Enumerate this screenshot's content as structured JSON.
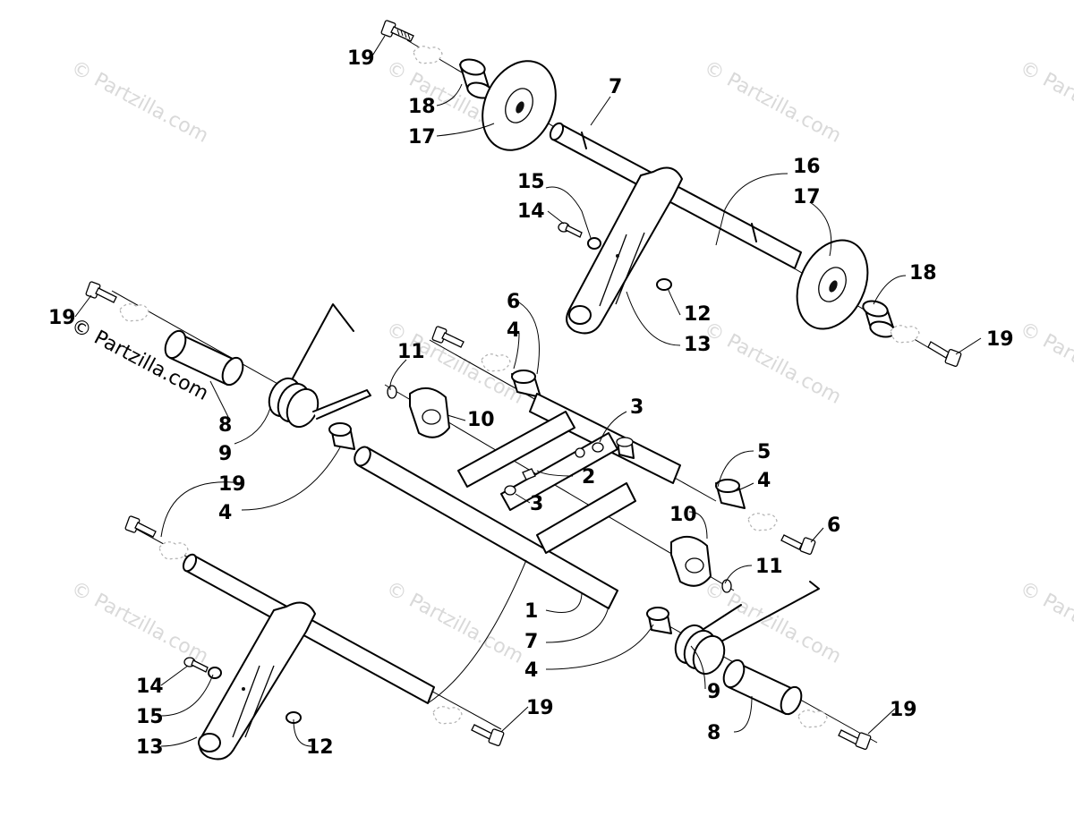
{
  "watermark": "© Partzilla.com",
  "callouts": {
    "c1": "1",
    "c2": "2",
    "c3a": "3",
    "c3b": "3",
    "c4a": "4",
    "c4b": "4",
    "c4c": "4",
    "c4d": "4",
    "c5": "5",
    "c6a": "6",
    "c6b": "6",
    "c7a": "7",
    "c7b": "7",
    "c8a": "8",
    "c8b": "8",
    "c9a": "9",
    "c9b": "9",
    "c10a": "10",
    "c10b": "10",
    "c11a": "11",
    "c11b": "11",
    "c12a": "12",
    "c12b": "12",
    "c13a": "13",
    "c13b": "13",
    "c14a": "14",
    "c14b": "14",
    "c15a": "15",
    "c15b": "15",
    "c16": "16",
    "c17a": "17",
    "c17b": "17",
    "c18a": "18",
    "c18b": "18",
    "c19a": "19",
    "c19b": "19",
    "c19c": "19",
    "c19d": "19",
    "c19e": "19",
    "c19f": "19"
  }
}
